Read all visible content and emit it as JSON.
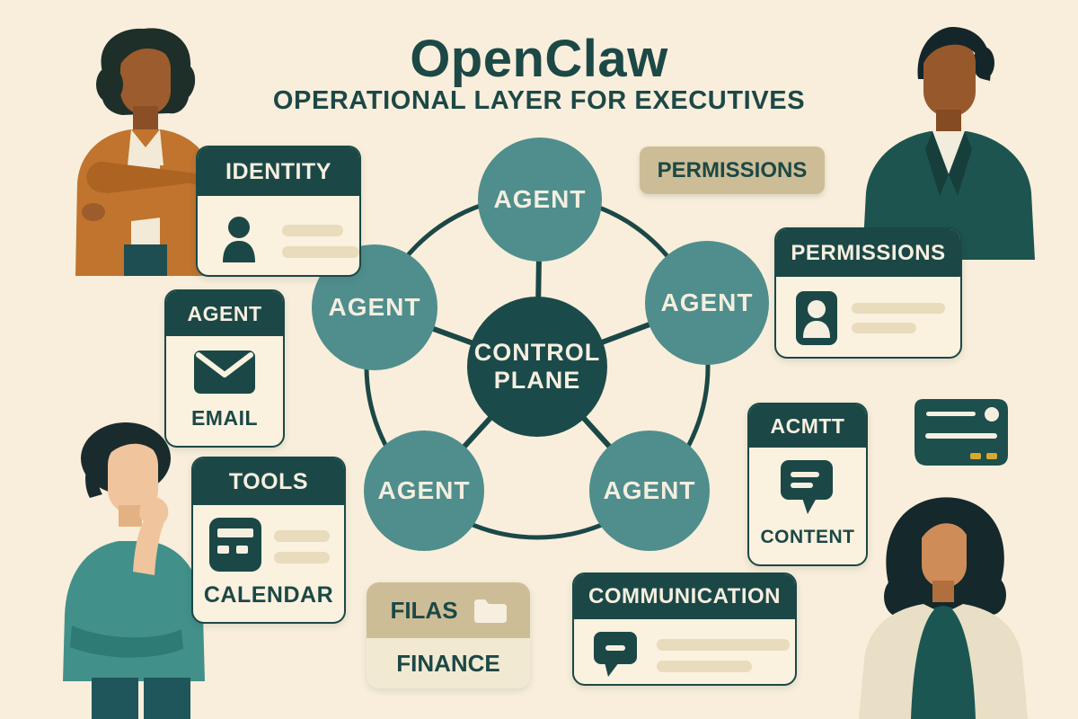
{
  "title": "OpenClaw",
  "subtitle": "OPERATIONAL LAYER FOR EXECUTIVES",
  "network": {
    "center": {
      "line1": "CONTROL",
      "line2": "PLANE"
    },
    "agent_label": "AGENT",
    "agent_count": 5
  },
  "cards": {
    "identity": {
      "header": "IDENTITY",
      "icon": "person-icon"
    },
    "permissions_tag": {
      "label": "PERMISSIONS"
    },
    "permissions": {
      "header": "PERMISSIONS",
      "icon": "person-badge-icon"
    },
    "agent_email": {
      "header": "AGENT",
      "label": "EMAIL",
      "icon": "envelope-icon"
    },
    "tools": {
      "header": "TOOLS",
      "label": "CALENDAR",
      "icon": "calendar-icon"
    },
    "acmtt": {
      "header": "ACMTT",
      "label": "CONTENT",
      "icon": "chat-bubble-icon"
    },
    "communication": {
      "header": "COMMUNICATION",
      "icon": "chat-bubble-icon"
    },
    "files": {
      "header": "FILAS",
      "label": "FINANCE",
      "icon": "folder-icon"
    },
    "payment": {
      "icon": "credit-card-icon"
    }
  },
  "colors": {
    "background": "#f8eedb",
    "dark_teal": "#1b4847",
    "agent_teal": "#4f8e8c",
    "cream_text": "#f6efdf",
    "tan": "#cdbd96",
    "beige_bar": "#e8dcbd",
    "orange": "#c0742d",
    "gold": "#d8a830"
  },
  "people": [
    "executive-arms-crossed",
    "executive-suit",
    "executive-thinking",
    "executive-blazer"
  ]
}
